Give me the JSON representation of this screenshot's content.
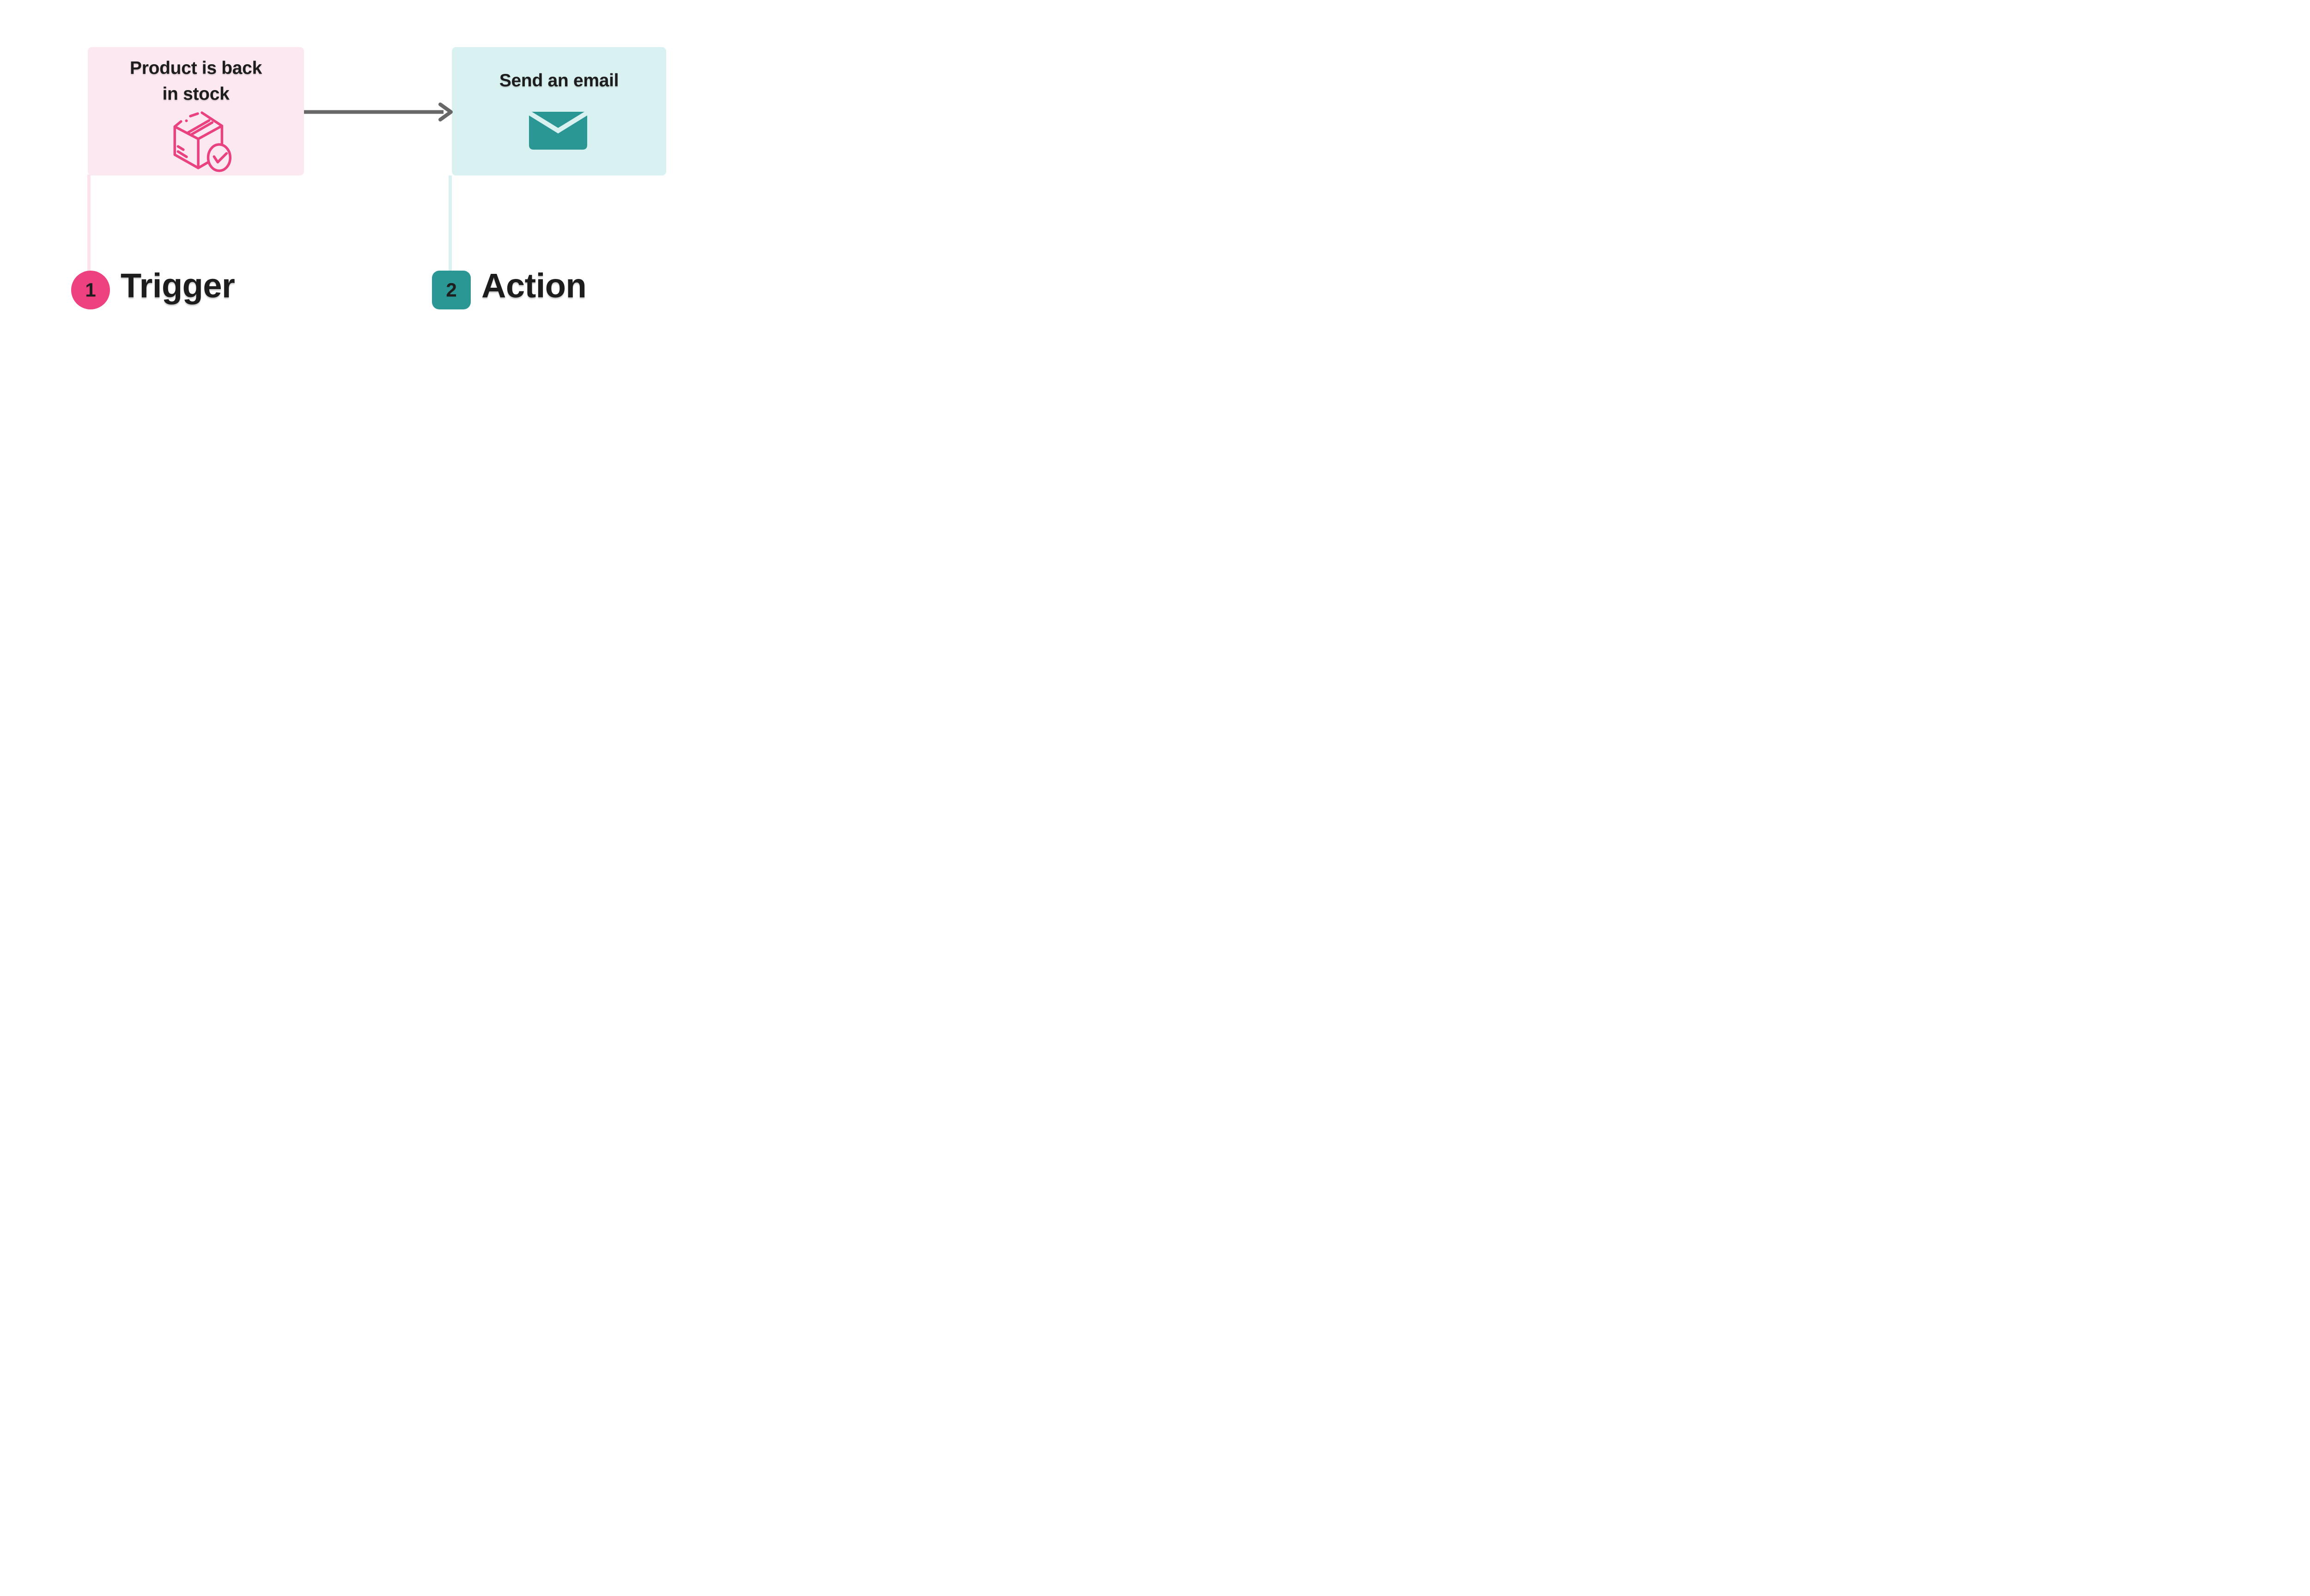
{
  "page": {
    "background": "#ffffff",
    "text_color": "#1d1d1d"
  },
  "workflow": {
    "steps": [
      {
        "number": "1",
        "label": "Trigger",
        "card": {
          "title_lines": [
            "Product is back",
            "in stock"
          ],
          "icon": "package-check-icon",
          "background": "#fce8f0",
          "accent": "#ee4180"
        }
      },
      {
        "number": "2",
        "label": "Action",
        "card": {
          "title_lines": [
            "Send an email"
          ],
          "icon": "email-icon",
          "background": "#d9f2f1",
          "accent": "#2a9794"
        }
      }
    ],
    "connector": {
      "shape": "arrow-right",
      "color": "#676767"
    }
  }
}
